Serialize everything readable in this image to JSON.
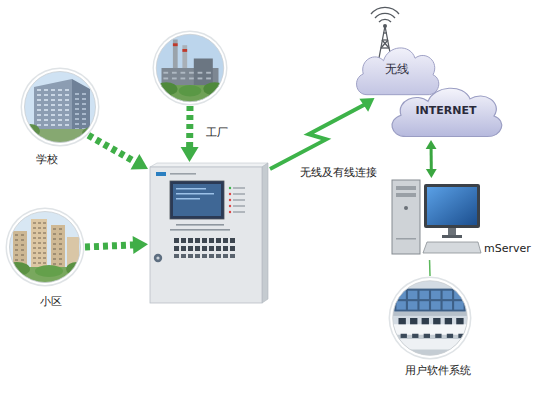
{
  "diagram": {
    "nodes": [
      {
        "text": [
          "学校"
        ]
      },
      {
        "text": [
          "工厂"
        ]
      },
      {
        "text": [
          "小区"
        ]
      },
      {
        "text": []
      },
      {
        "text": [
          "无线"
        ]
      },
      {
        "text": [
          "INTERNET"
        ]
      },
      {
        "text": [
          "mServer"
        ]
      },
      {
        "text": [
          "用户软件系统"
        ]
      }
    ],
    "edges": [
      {
        "from": 0,
        "to": 3,
        "arrow": "to"
      },
      {
        "from": 1,
        "to": 3,
        "arrow": "to"
      },
      {
        "from": 2,
        "to": 3,
        "arrow": "to"
      },
      {
        "from": 3,
        "to": 4,
        "label": "无线及有线连接",
        "arrow": "to"
      },
      {
        "from": 5,
        "to": 6,
        "arrow": "both"
      },
      {
        "from": 6,
        "to": 7,
        "arrow": "none"
      }
    ]
  }
}
